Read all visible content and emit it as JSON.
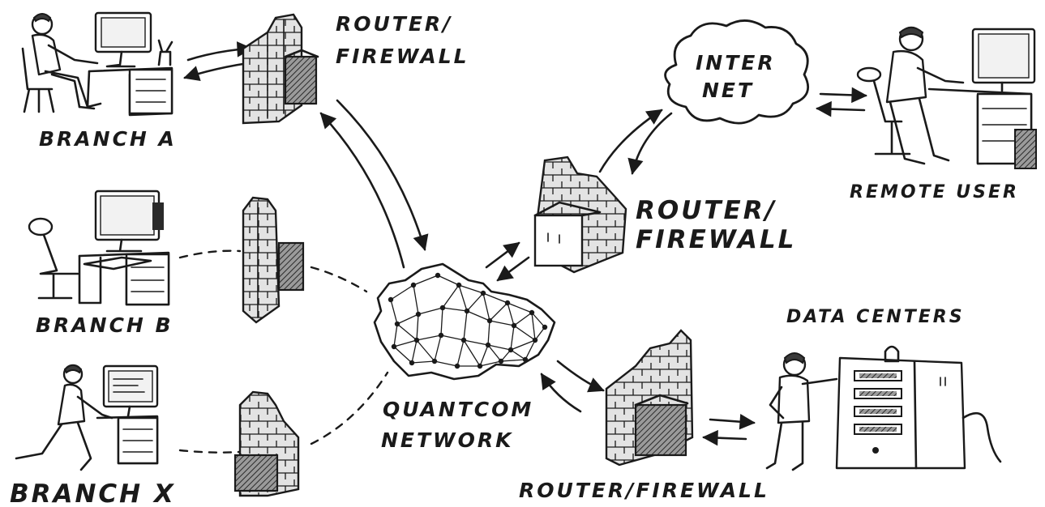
{
  "labels": {
    "branch_a": "BRANCH A",
    "branch_b": "BRANCH B",
    "branch_x": "BRANCH X",
    "router_firewall_top_line1": "ROUTER/",
    "router_firewall_top_line2": "FIREWALL",
    "router_firewall_mid_line1": "ROUTER/",
    "router_firewall_mid_line2": "FIREWALL",
    "router_firewall_bottom": "ROUTER/FIREWALL",
    "internet_line1": "INTER",
    "internet_line2": "NET",
    "remote_user": "REMOTE USER",
    "data_centers": "DATA CENTERS",
    "network_line1": "QUANTCOM",
    "network_line2": "NETWORK"
  },
  "icons": {
    "workstation": "desk-computer-icon",
    "firewall": "brick-wall-router-icon",
    "cloud": "cloud-icon",
    "network": "country-map-network-icon",
    "server": "server-rack-icon",
    "person": "person-icon"
  },
  "connections": [
    {
      "from": "branch_a",
      "to": "router_firewall_top",
      "style": "solid-bidirectional"
    },
    {
      "from": "router_firewall_top",
      "to": "quantcom_network",
      "style": "solid-bidirectional"
    },
    {
      "from": "branch_b",
      "to": "firewall_b",
      "style": "dashed"
    },
    {
      "from": "firewall_b",
      "to": "quantcom_network",
      "style": "dashed"
    },
    {
      "from": "branch_x",
      "to": "firewall_x",
      "style": "dashed"
    },
    {
      "from": "firewall_x",
      "to": "quantcom_network",
      "style": "dashed"
    },
    {
      "from": "quantcom_network",
      "to": "router_firewall_mid",
      "style": "solid-bidirectional"
    },
    {
      "from": "router_firewall_mid",
      "to": "internet",
      "style": "solid-bidirectional"
    },
    {
      "from": "internet",
      "to": "remote_user",
      "style": "solid-bidirectional"
    },
    {
      "from": "quantcom_network",
      "to": "router_firewall_bottom",
      "style": "solid-bidirectional"
    },
    {
      "from": "router_firewall_bottom",
      "to": "data_centers",
      "style": "solid-bidirectional"
    }
  ]
}
